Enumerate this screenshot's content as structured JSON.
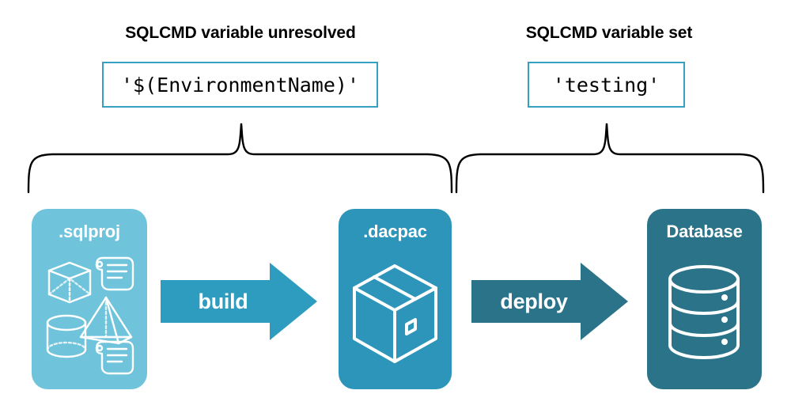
{
  "diagram": {
    "title_left": "SQLCMD variable unresolved",
    "title_right": "SQLCMD variable set",
    "code_left": "'$(EnvironmentName)'",
    "code_right": "'testing'",
    "stages": [
      {
        "key": "sqlproj",
        "label": ".sqlproj",
        "color": "#6FC4DC",
        "icon": "sql-objects-icon"
      },
      {
        "key": "dacpac",
        "label": ".dacpac",
        "color": "#2E95BA",
        "icon": "package-box-icon"
      },
      {
        "key": "database",
        "label": "Database",
        "color": "#2A7389",
        "icon": "database-cylinder-icon"
      }
    ],
    "arrows": [
      {
        "key": "build",
        "label": "build",
        "color": "#2E9CBF"
      },
      {
        "key": "deploy",
        "label": "deploy",
        "color": "#2A7389"
      }
    ],
    "brace_color": "#000000",
    "code_border_color": "#36A0C0",
    "background": "#FFFFFF"
  }
}
